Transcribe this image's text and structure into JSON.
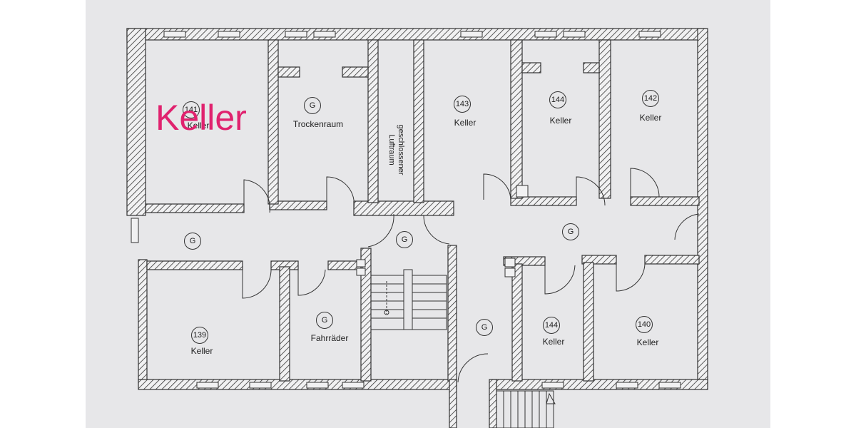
{
  "overlay": {
    "title": "Keller",
    "color": "#e0226e"
  },
  "rooms": {
    "r141": {
      "number": "141",
      "name": "Keller"
    },
    "r_trocken": {
      "number": "G",
      "name": "Trockenraum"
    },
    "r_luft": {
      "name_line1": "geschlossener",
      "name_line2": "Luftraum"
    },
    "r143": {
      "number": "143",
      "name": "Keller"
    },
    "r144_top": {
      "number": "144",
      "name": "Keller"
    },
    "r142": {
      "number": "142",
      "name": "Keller"
    },
    "corridor_left": {
      "number": "G"
    },
    "corridor_center": {
      "number": "G"
    },
    "corridor_right": {
      "number": "G"
    },
    "r139": {
      "number": "139",
      "name": "Keller"
    },
    "r_fahr": {
      "number": "G",
      "name": "Fahrräder"
    },
    "stair_hall": {
      "number": "G"
    },
    "r144_bottom": {
      "number": "144",
      "name": "Keller"
    },
    "r140": {
      "number": "140",
      "name": "Keller"
    }
  },
  "colors": {
    "wall_hatch": "#333333",
    "paper": "#e7e7e9",
    "accent": "#e0226e"
  }
}
